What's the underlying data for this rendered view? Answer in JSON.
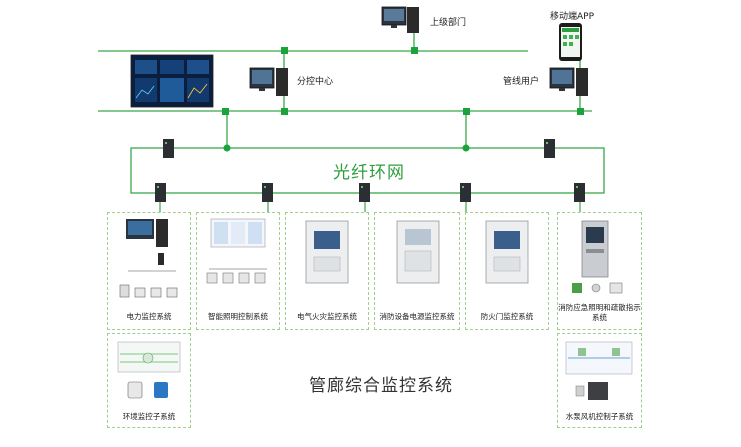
{
  "nodes": {
    "superior": "上级部门",
    "mobile": "移动端APP",
    "subcontrol": "分控中心",
    "user": "管线用户",
    "ring": "光纤环网"
  },
  "subsystems": {
    "power": "电力监控系统",
    "lighting": "智能照明控制系统",
    "fire_elec": "电气火灾监控系统",
    "fire_power": "消防设备电源监控系统",
    "fire_door": "防火门监控系统",
    "emergency": "消防应急照明和疏散指示系统",
    "env": "环境监控子系统",
    "pump": "水泵风机控制子系统"
  },
  "main_title": "管廊综合监控系统",
  "colors": {
    "line": "#3aa84a",
    "node": "#1aa33a",
    "ring_text": "#2e9e3e",
    "box_border": "#9fcf8a"
  }
}
